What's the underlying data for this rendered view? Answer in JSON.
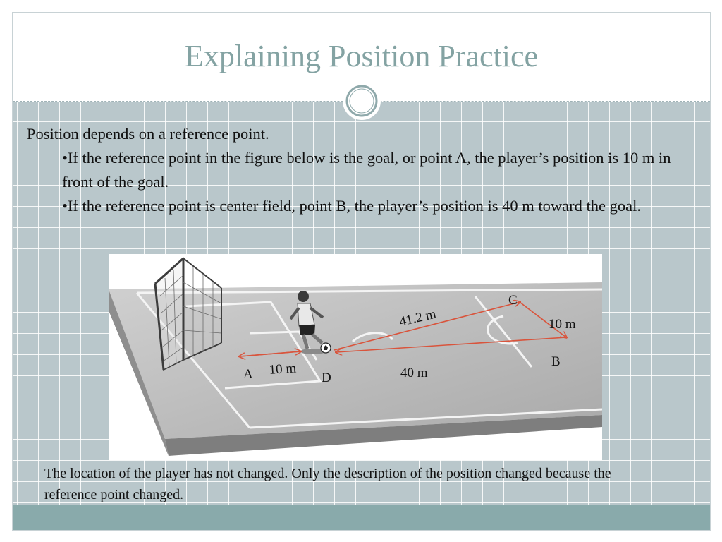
{
  "slide": {
    "title": "Explaining Position Practice",
    "intro": "Position depends on a reference point.",
    "bullets": [
      "•If the reference point in the figure below is the goal, or point A, the player’s position is 10 m in front of the goal.",
      "•If the reference point is center field, point B, the player’s position is 40 m toward the goal."
    ],
    "caption": "The location of the player has not changed. Only the description of the position changed because the reference point changed."
  },
  "figure": {
    "labels": {
      "a": "A",
      "b": "B",
      "c": "C",
      "d": "D",
      "ad": "10 m",
      "db": "40 m",
      "dc": "41.2 m",
      "cb": "10 m"
    },
    "icons": [
      "soccer-goal-icon",
      "soccer-player-icon",
      "soccer-ball-icon"
    ]
  },
  "colors": {
    "title": "#84a3a3",
    "background": "#b9c7cb",
    "footer": "#89aaab",
    "arrow": "#d9543c"
  }
}
